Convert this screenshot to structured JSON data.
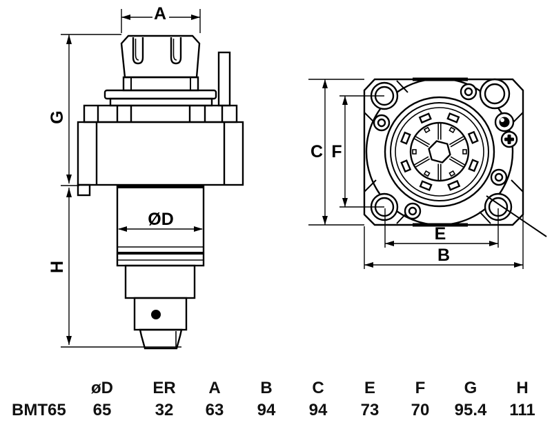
{
  "side_view": {
    "label_a": "A",
    "label_g": "G",
    "label_d": "ØD",
    "label_h": "H"
  },
  "front_view": {
    "label_c": "C",
    "label_f": "F",
    "label_e": "E",
    "label_b": "B"
  },
  "spec_table": {
    "row_label": "BMT65",
    "columns": [
      {
        "header": "øD",
        "value": "65"
      },
      {
        "header": "ER",
        "value": "32"
      },
      {
        "header": "A",
        "value": "63"
      },
      {
        "header": "B",
        "value": "94"
      },
      {
        "header": "C",
        "value": "94"
      },
      {
        "header": "E",
        "value": "73"
      },
      {
        "header": "F",
        "value": "70"
      },
      {
        "header": "G",
        "value": "95.4"
      },
      {
        "header": "H",
        "value": "111"
      }
    ]
  }
}
